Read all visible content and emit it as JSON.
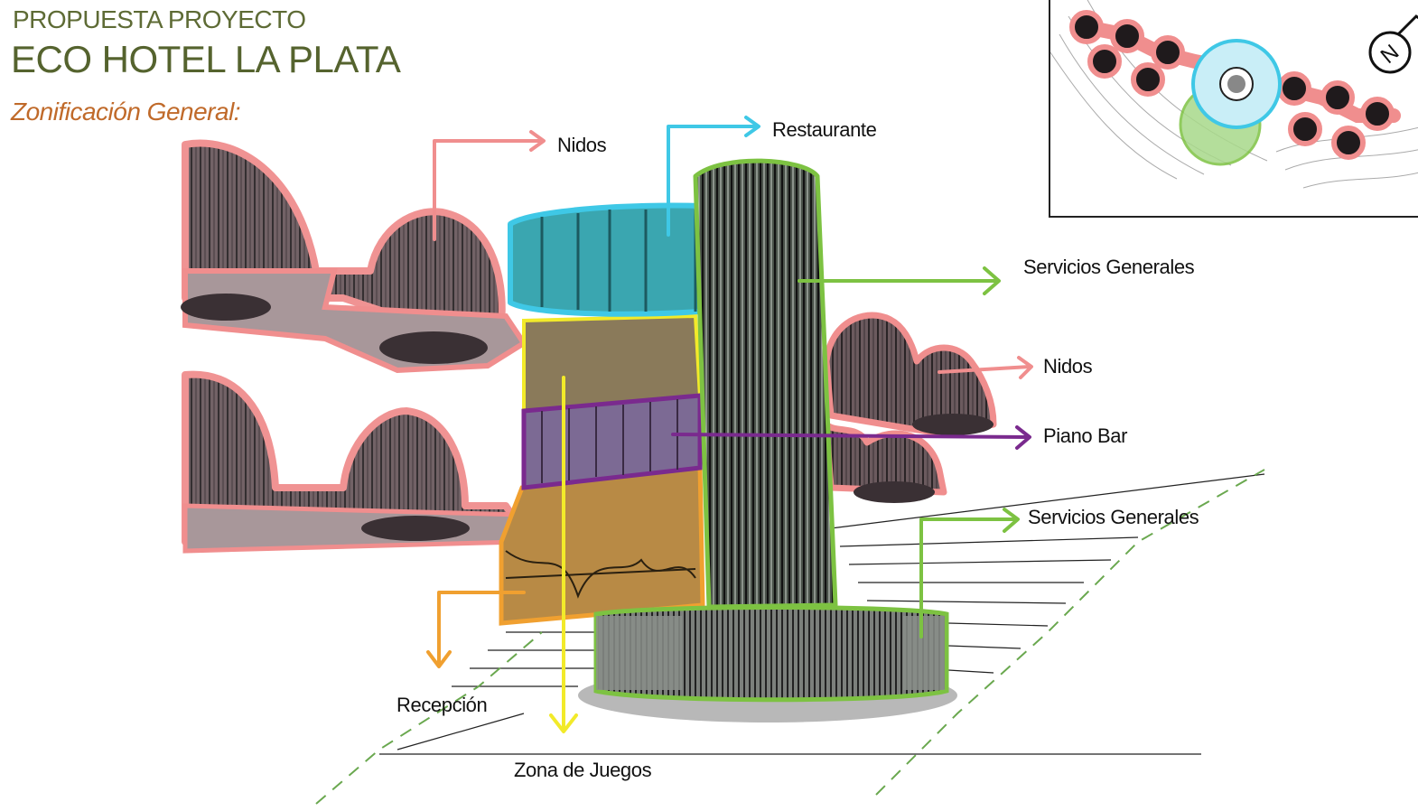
{
  "header": {
    "eyebrow": "PROPUESTA PROYECTO",
    "title": "ECO HOTEL LA PLATA",
    "subtitle": "Zonificación General:"
  },
  "labels": {
    "nidos_top": "Nidos",
    "restaurante": "Restaurante",
    "servicios_generales_top": "Servicios Generales",
    "nidos_right": "Nidos",
    "piano_bar": "Piano Bar",
    "servicios_generales_bottom": "Servicios Generales",
    "recepcion": "Recepción",
    "zona_de_juegos": "Zona de Juegos"
  },
  "compass_label": "N",
  "colors": {
    "nidos": "#f08e8e",
    "restaurante": "#3fc8e6",
    "servicios": "#7dc242",
    "piano_bar": "#7a2a8e",
    "recepcion": "#f0a030",
    "zona_juegos": "#f2ea2a"
  }
}
